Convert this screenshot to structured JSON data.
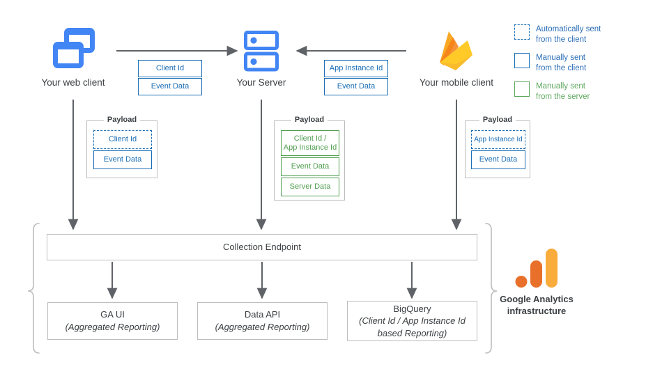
{
  "nodes": {
    "web_client": {
      "label": "Your web client",
      "icon": "browser-windows-icon"
    },
    "server": {
      "label": "Your Server",
      "icon": "server-racks-icon"
    },
    "mobile_client": {
      "label": "Your mobile client",
      "icon": "firebase-icon"
    }
  },
  "transport": {
    "web_to_server": {
      "chips": [
        "Client Id",
        "Event Data"
      ]
    },
    "mobile_to_server": {
      "chips": [
        "App Instance Id",
        "Event Data"
      ]
    }
  },
  "payloads": [
    {
      "title": "Payload",
      "source": "web-client",
      "items": [
        {
          "text": "Client Id",
          "style": "dashed-blue"
        },
        {
          "text": "Event Data",
          "style": "solid-blue"
        }
      ]
    },
    {
      "title": "Payload",
      "source": "server",
      "items": [
        {
          "text": "Client Id /\nApp Instance Id",
          "style": "solid-green"
        },
        {
          "text": "Event Data",
          "style": "solid-green"
        },
        {
          "text": "Server Data",
          "style": "solid-green"
        }
      ]
    },
    {
      "title": "Payload",
      "source": "mobile-client",
      "items": [
        {
          "text": "App Instance Id",
          "style": "dashed-blue"
        },
        {
          "text": "Event Data",
          "style": "solid-blue"
        }
      ]
    }
  ],
  "infrastructure": {
    "collection_endpoint": "Collection Endpoint",
    "outputs": [
      {
        "title": "GA UI",
        "subtitle": "(Aggregated Reporting)"
      },
      {
        "title": "Data API",
        "subtitle": "(Aggregated Reporting)"
      },
      {
        "title": "BigQuery",
        "subtitle": "(Client Id / App Instance Id\nbased Reporting)"
      }
    ],
    "brand_label_line1": "Google Analytics",
    "brand_label_line2": "infrastructure",
    "brand_icon": "google-analytics-icon"
  },
  "legend": [
    {
      "swatch": "dashed-blue",
      "line1": "Automatically sent",
      "line2": "from the client"
    },
    {
      "swatch": "solid-blue",
      "line1": "Manually sent",
      "line2": "from the client"
    },
    {
      "swatch": "solid-green",
      "line1": "Manually sent",
      "line2": "from the server"
    }
  ],
  "colors": {
    "blue": "#1a6eb5",
    "legend_blue": "#2a6db5",
    "green": "#4f9e4f",
    "legend_green": "#5fa75f",
    "icon_blue": "#4285f4",
    "arrow_grey": "#5f6368",
    "box_border": "#bdbdbd",
    "text": "#3c4043",
    "ga_orange_dark": "#e8702a",
    "ga_orange_light": "#f9ab3c"
  }
}
